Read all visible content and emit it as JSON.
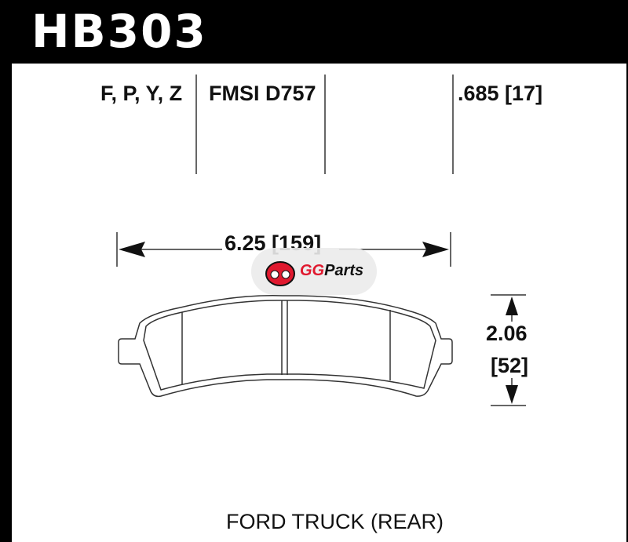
{
  "header": {
    "part_number": "HB303"
  },
  "specs": {
    "compounds": "F, P, Y, Z",
    "fmsi": "FMSI D757",
    "thickness": ".685 [17]"
  },
  "dimensions": {
    "width": "6.25 [159]",
    "height_in": "2.06",
    "height_mm": "[52]"
  },
  "application": "FORD TRUCK (REAR)",
  "watermark": {
    "brand_red": "GG",
    "brand_dark": "Parts",
    "color": "#e0192f"
  }
}
